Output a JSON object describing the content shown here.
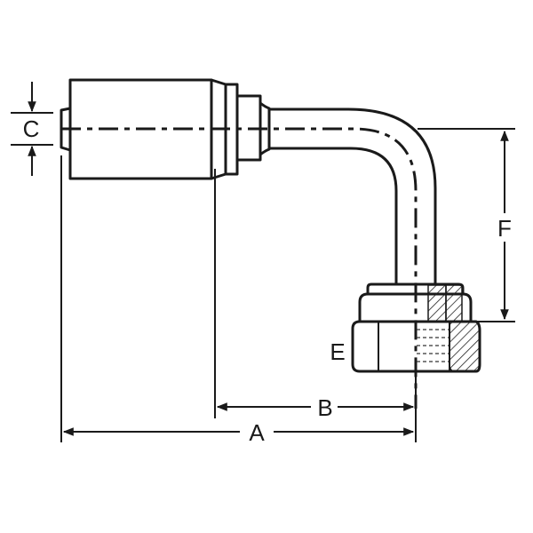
{
  "diagram": {
    "subject": "90-degree bent tube hose fitting with swivel nut",
    "dimension_labels": {
      "A": "A",
      "B": "B",
      "C": "C",
      "E": "E",
      "F": "F"
    },
    "colors": {
      "line": "#1a1a1a",
      "background": "#ffffff"
    }
  }
}
